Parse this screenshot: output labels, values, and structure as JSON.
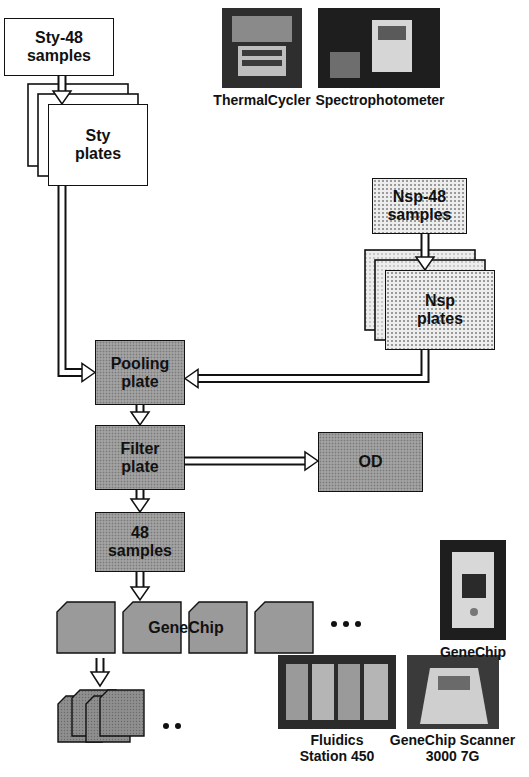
{
  "diagram": {
    "nodes": [
      {
        "text": [
          "Sty-48 samples"
        ]
      },
      {
        "text": [
          "Sty plates"
        ]
      },
      {
        "text": [
          "Nsp-48 samples"
        ]
      },
      {
        "text": [
          "Nsp plates"
        ]
      },
      {
        "text": [
          "Pooling plate"
        ]
      },
      {
        "text": [
          "Filter plate"
        ]
      },
      {
        "text": [
          "OD"
        ]
      },
      {
        "text": [
          "48 samples"
        ]
      },
      {
        "text": [
          "GeneChip"
        ]
      }
    ],
    "edges": [
      {
        "from": 0,
        "to": 1,
        "arrow": "to"
      },
      {
        "from": 2,
        "to": 3,
        "arrow": "to"
      },
      {
        "from": 1,
        "to": 4,
        "arrow": "to"
      },
      {
        "from": 3,
        "to": 4,
        "arrow": "to"
      },
      {
        "from": 4,
        "to": 5,
        "arrow": "to"
      },
      {
        "from": 5,
        "to": 6,
        "arrow": "to"
      },
      {
        "from": 5,
        "to": 7,
        "arrow": "to"
      },
      {
        "from": 7,
        "to": 8,
        "arrow": "to"
      }
    ],
    "labels": [
      "ThermalCycler",
      "Spectrophotometer",
      "GeneChip",
      "Fluidics Station 450",
      "GeneChip Scanner 3000 7G"
    ]
  }
}
